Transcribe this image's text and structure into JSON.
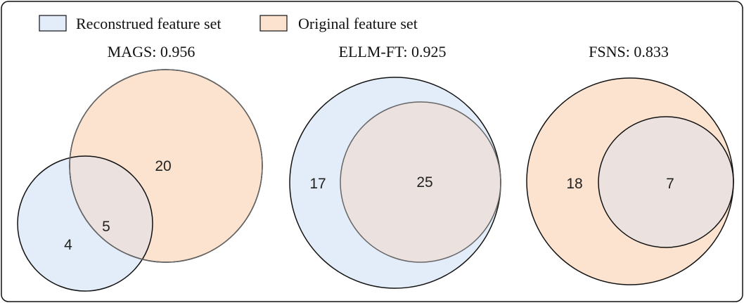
{
  "colors": {
    "reconstructed_fill": "#e3edf9",
    "original_fill": "#fce3cf",
    "overlap_fill": "#ebe2df",
    "outer_stroke": "#111111",
    "inner_stroke": "#666666"
  },
  "legend": [
    {
      "key": "reconstructed",
      "label": "Reconstrued feature set"
    },
    {
      "key": "original",
      "label": "Original feature set"
    }
  ],
  "panels": [
    {
      "title": "MAGS: 0.956",
      "only_reconstructed": "4",
      "overlap": "5",
      "only_original": "20"
    },
    {
      "title": "ELLM-FT: 0.925",
      "only_reconstructed": "17",
      "overlap": "25"
    },
    {
      "title": "FSNS: 0.833",
      "only_original": "18",
      "overlap": "7"
    }
  ]
}
